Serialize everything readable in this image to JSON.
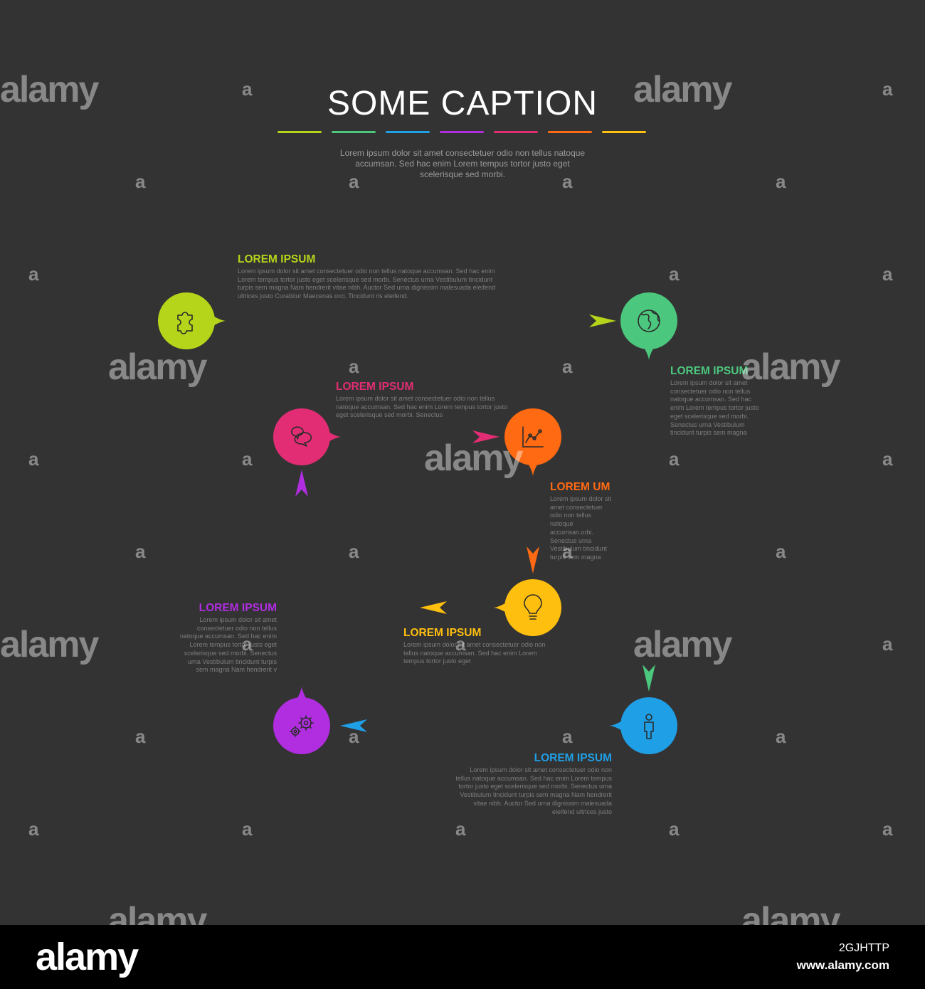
{
  "title": "SOME CAPTION",
  "subtitle": "Lorem ipsum dolor sit amet consectetuer odio non tellus natoque accumsan. Sed hac enim Lorem tempus tortor justo eget scelerisque sed morbi.",
  "rule_colors": [
    "#b5d51a",
    "#4cc77e",
    "#1f9fe6",
    "#b02de0",
    "#e22d74",
    "#ff6a13",
    "#ffbf0f"
  ],
  "steps": [
    {
      "title": "LOREM IPSUM",
      "color": "#b5d51a",
      "icon": "puzzle-icon",
      "body": "Lorem ipsum dolor sit amet consectetuer odio non tellus natoque accumsan. Sed hac enim Lorem tempus tortor justo eget scelerisque sed morbi. Senectus urna Vestibulum tincidunt turpis sem magna Nam hendrerit vitae nibh. Auctor Sed urna dignissim malesuada eleifend ultrices justo Curabitur Maecenas orci. Tincidunt ris eleifend."
    },
    {
      "title": "LOREM IPSUM",
      "color": "#4cc77e",
      "icon": "globe-icon",
      "body": "Lorem ipsum dolor sit amet consectetuer odio non tellus natoque accumsan. Sed hac enim Lorem tempus tortor justo eget scelerisque sed morbi. Senectus urna Vestibulum tincidunt turpis sem magna"
    },
    {
      "title": "LOREM IPSUM",
      "color": "#1f9fe6",
      "icon": "person-icon",
      "body": "Lorem ipsum dolor sit amet consectetuer odio non tellus natoque accumsan. Sed hac enim Lorem tempus tortor justo eget scelerisque sed morbi. Senectus urna Vestibulum tincidunt turpis sem magna Nam hendrerit vitae nibh. Auctor Sed urna dignissim malesuada eleifend ultrices justo"
    },
    {
      "title": "LOREM IPSUM",
      "color": "#b02de0",
      "icon": "gears-icon",
      "body": "Lorem ipsum dolor sit amet consectetuer odio non tellus natoque accumsan. Sed hac enim Lorem tempus tortor justo eget scelerisque sed morbi. Senectus urna Vestibulum tincidunt turpis sem magna Nam hendrerit v"
    },
    {
      "title": "LOREM IPSUM",
      "color": "#e22d74",
      "icon": "chat-icon",
      "body": "Lorem ipsum dolor sit amet consectetuer odio non tellus natoque accumsan. Sed hac enim Lorem tempus tortor justo eget scelerisque sed morbi. Senectus"
    },
    {
      "title": "LOREM UM",
      "color": "#ff6a13",
      "icon": "chart-icon",
      "body": "Lorem ipsum dolor sit amet consectetuer odio non tellus natoque accumsan.orbi. Senectus urna Vestibulum tincidunt turpis sem magna"
    },
    {
      "title": "LOREM IPSUM",
      "color": "#ffbf0f",
      "icon": "lightbulb-icon",
      "body": "Lorem ipsum dolor sit amet consectetuer odio non tellus natoque accumsan. Sed hac enim Lorem tempus tortor justo eget"
    }
  ],
  "watermark": {
    "word": "alamy",
    "letter": "a"
  },
  "footer": {
    "logo": "alamy",
    "image_id": "2GJHTTP",
    "url": "www.alamy.com"
  }
}
